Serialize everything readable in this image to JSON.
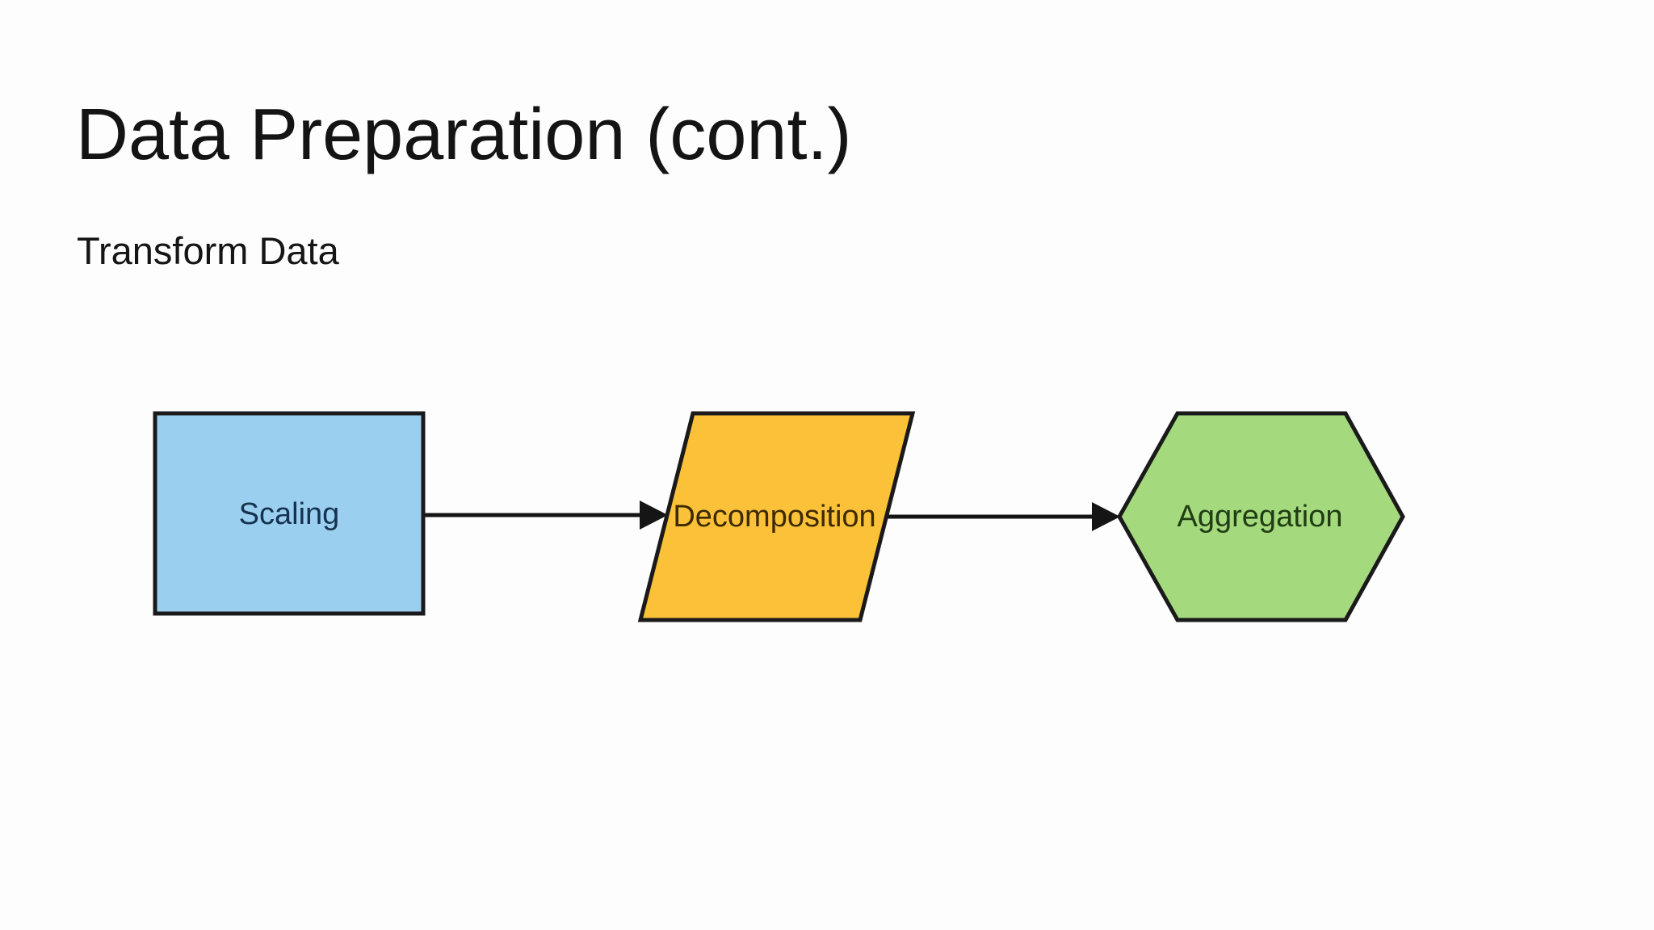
{
  "slide": {
    "title": "Data Preparation (cont.)",
    "subtitle": "Transform Data"
  },
  "diagram": {
    "type": "flowchart",
    "direction": "left-to-right",
    "outline_color": "#1a1a1a",
    "connector_color": "#151515",
    "nodes": [
      {
        "id": "scaling",
        "label": "Scaling",
        "shape": "rectangle",
        "fill": "#9bcfef",
        "text_color": "#16324e"
      },
      {
        "id": "decomposition",
        "label": "Decomposition",
        "shape": "parallelogram",
        "fill": "#fbc138",
        "text_color": "#3d2a02"
      },
      {
        "id": "aggregation",
        "label": "Aggregation",
        "shape": "hexagon",
        "fill": "#a4da7d",
        "text_color": "#203d13"
      }
    ],
    "edges": [
      {
        "from": "Scaling",
        "to": "Decomposition",
        "style": "arrow"
      },
      {
        "from": "Decomposition",
        "to": "Aggregation",
        "style": "arrow"
      }
    ]
  }
}
